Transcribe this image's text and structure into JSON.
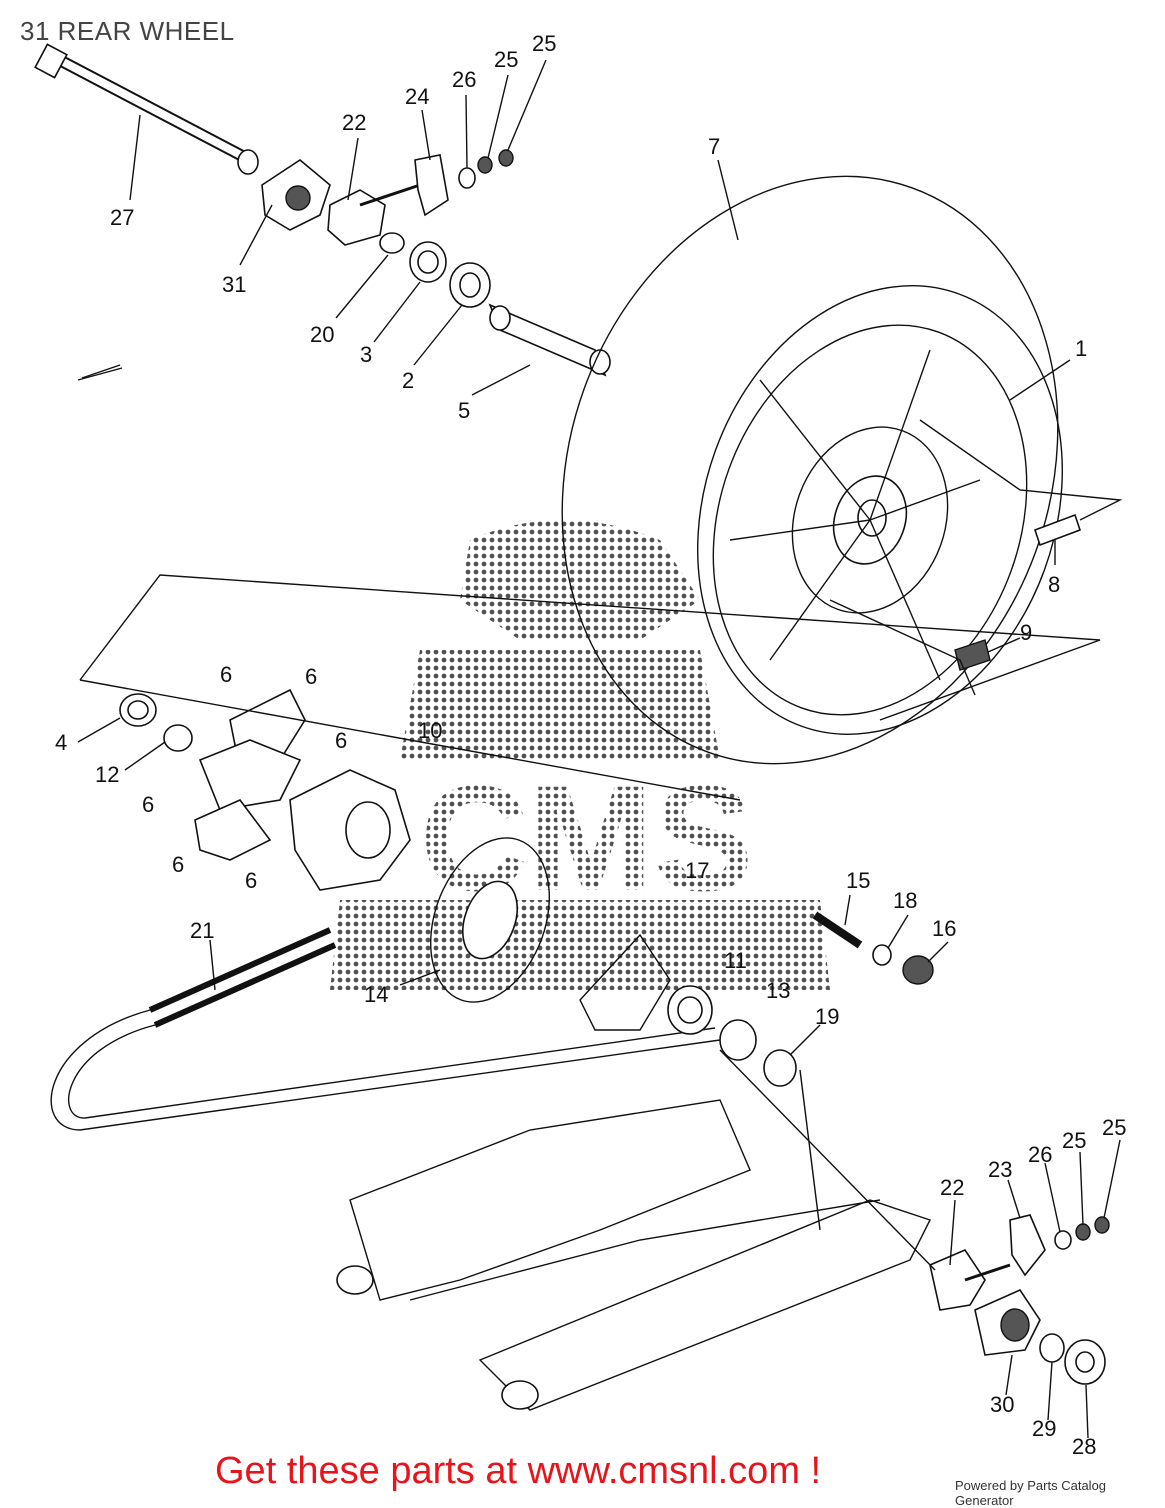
{
  "header": {
    "title": "31 REAR WHEEL"
  },
  "footer": {
    "cta": "Get these parts at www.cmsnl.com !",
    "credit": "Powered by Parts Catalog Generator"
  },
  "watermark": {
    "text": "CMS",
    "color": "#333333"
  },
  "colors": {
    "cta": "#e8141b",
    "line": "#111111"
  },
  "callouts": [
    "31",
    "27",
    "22",
    "24",
    "26",
    "25",
    "25",
    "20",
    "3",
    "2",
    "5",
    "7",
    "1",
    "8",
    "9",
    "6",
    "6",
    "6",
    "6",
    "6",
    "6",
    "4",
    "12",
    "10",
    "21",
    "14",
    "17",
    "15",
    "18",
    "16",
    "11",
    "13",
    "19",
    "22",
    "23",
    "26",
    "25",
    "25",
    "30",
    "29",
    "28"
  ]
}
